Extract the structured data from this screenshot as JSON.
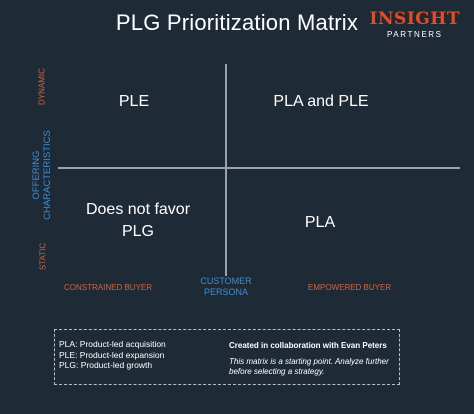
{
  "title": "PLG Prioritization Matrix",
  "logo": {
    "main": "INSIGHT",
    "sub": "PARTNERS",
    "color": "#e84b22"
  },
  "axes": {
    "y_top": "DYNAMIC",
    "y_bottom": "STATIC",
    "y_title_line1": "OFFERING",
    "y_title_line2": "CHARACTERISTICS",
    "x_left": "CONSTRAINED BUYER",
    "x_right": "EMPOWERED BUYER",
    "x_title_line1": "CUSTOMER",
    "x_title_line2": "PERSONA"
  },
  "quadrants": {
    "top_left": "PLE",
    "top_right": "PLA and PLE",
    "bottom_left_line1": "Does not favor",
    "bottom_left_line2": "PLG",
    "bottom_right": "PLA"
  },
  "legend": {
    "items": [
      "PLA: Product-led acquisition",
      "PLE: Product-led expansion",
      "PLG: Product-led growth"
    ],
    "collab": "Created in collaboration with Evan Peters",
    "note": "This matrix is a starting point. Analyze further before selecting a strategy."
  },
  "colors": {
    "background": "#1f2a37",
    "accent_orange": "#d2643d",
    "accent_blue": "#3e8ed0"
  }
}
